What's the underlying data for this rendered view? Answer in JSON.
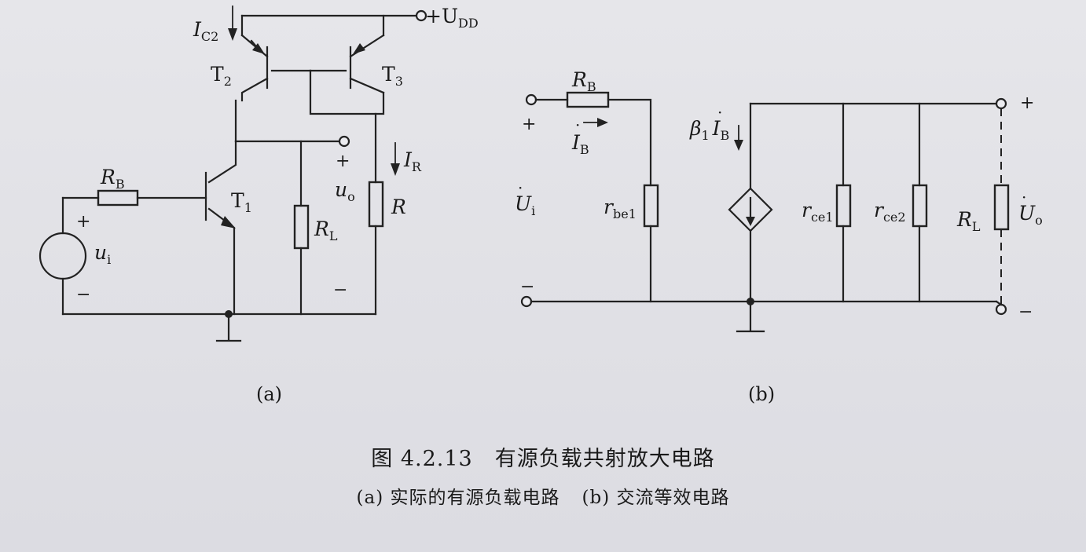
{
  "figure": {
    "number": "图 4.2.13",
    "title": "有源负载共射放大电路",
    "subcaption_a": "(a) 实际的有源负载电路",
    "subcaption_b": "(b) 交流等效电路"
  },
  "circuit_a": {
    "panel_label": "(a)",
    "supply_label": "+U",
    "supply_sub": "DD",
    "current_c2_label": "I",
    "current_c2_sub": "C2",
    "t1_label": "T",
    "t1_sub": "1",
    "t2_label": "T",
    "t2_sub": "2",
    "t3_label": "T",
    "t3_sub": "3",
    "rb_label": "R",
    "rb_sub": "B",
    "rl_label": "R",
    "rl_sub": "L",
    "r_label": "R",
    "ir_label": "I",
    "ir_sub": "R",
    "uo_label": "u",
    "uo_sub": "o",
    "ui_label": "u",
    "ui_sub": "i",
    "plus_in": "+",
    "minus_in": "−",
    "plus_out": "+",
    "minus_out": "−"
  },
  "circuit_b": {
    "panel_label": "(b)",
    "rb_label": "R",
    "rb_sub": "B",
    "ib_label": "I",
    "ib_sub": "B",
    "ui_label": "U",
    "ui_sub": "i",
    "rbe1_label": "r",
    "rbe1_sub": "be1",
    "source_beta": "β",
    "source_beta_sub": "1",
    "source_ib": "I",
    "source_ib_sub": "B",
    "rce1_label": "r",
    "rce1_sub": "ce1",
    "rce2_label": "r",
    "rce2_sub": "ce2",
    "rl_label": "R",
    "rl_sub": "L",
    "uo_label": "U",
    "uo_sub": "o",
    "plus_in": "+",
    "minus_in": "−",
    "plus_out": "+",
    "minus_out": "−"
  }
}
